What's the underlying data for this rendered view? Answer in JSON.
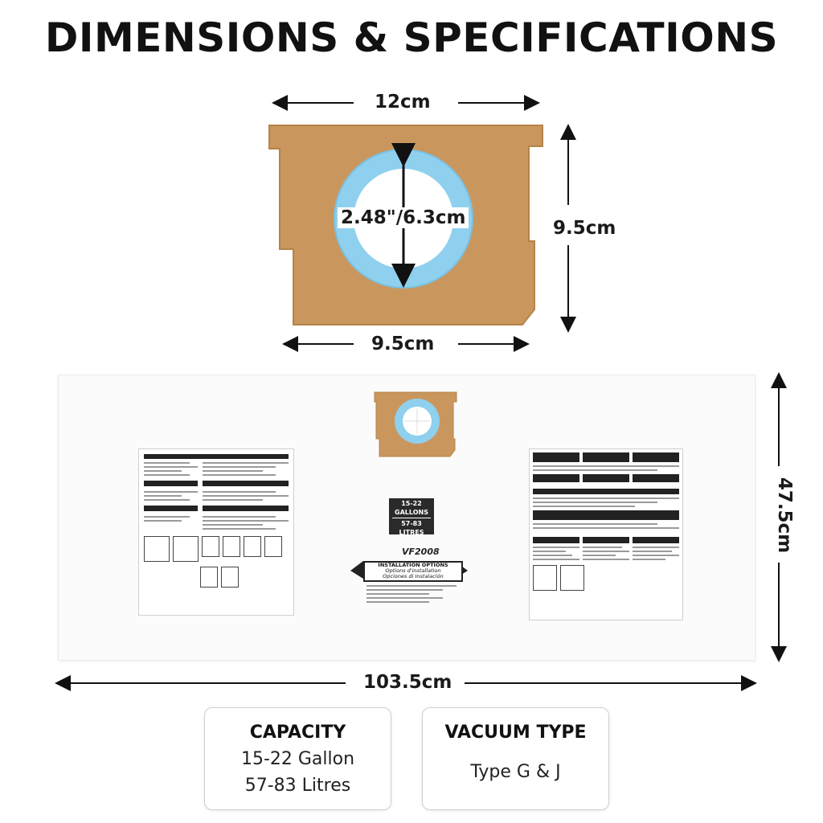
{
  "title": "DIMENSIONS & SPECIFICATIONS",
  "filter_dimensions": {
    "top_width": "12cm",
    "height": "9.5cm",
    "bottom_width": "9.5cm",
    "opening_diameter": "2.48\"/6.3cm"
  },
  "bag_dimensions": {
    "length": "103.5cm",
    "height": "47.5cm"
  },
  "bag_print": {
    "capacity_line1": "15-22",
    "capacity_line2": "GALLONS",
    "capacity_line3": "57-83",
    "capacity_line4": "LITRES",
    "model": "VF2008",
    "install_line1": "INSTALLATION OPTIONS",
    "install_line2": "Options d'installation",
    "install_line3": "Opciones di Instalación"
  },
  "specs": {
    "capacity": {
      "label": "CAPACITY",
      "value_line1": "15-22 Gallon",
      "value_line2": "57-83 Litres"
    },
    "vacuum_type": {
      "label": "VACUUM TYPE",
      "value": "Type G & J"
    }
  },
  "colors": {
    "cardboard": "#c9975e",
    "ring": "#8fd0ee",
    "ink": "#111111"
  }
}
